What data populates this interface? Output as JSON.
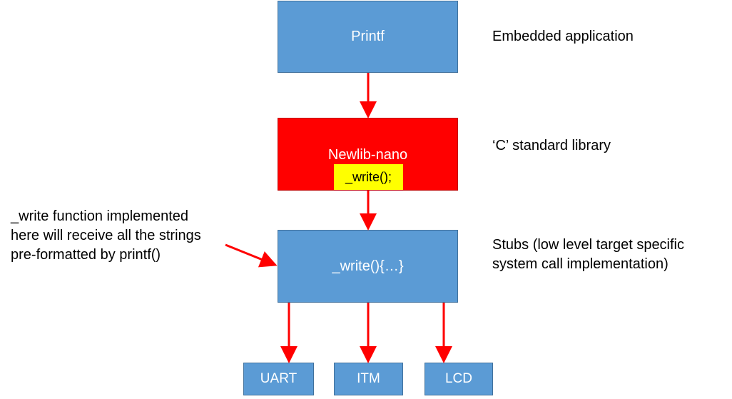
{
  "boxes": {
    "printf": "Printf",
    "newlib": "Newlib-nano",
    "newlib_code": "_write();",
    "write_impl": "_write(){…}",
    "uart": "UART",
    "itm": "ITM",
    "lcd": "LCD"
  },
  "side_labels": {
    "app": "Embedded application",
    "lib": "‘C’ standard library",
    "stubs": "Stubs (low level target specific\nsystem call implementation)",
    "note": "_write function implemented\nhere will receive all the strings\npre-formatted by printf()"
  },
  "colors": {
    "box_blue": "#5b9bd5",
    "box_red": "#ff0000",
    "code_highlight": "#ffff00",
    "arrow": "#ff0000"
  }
}
